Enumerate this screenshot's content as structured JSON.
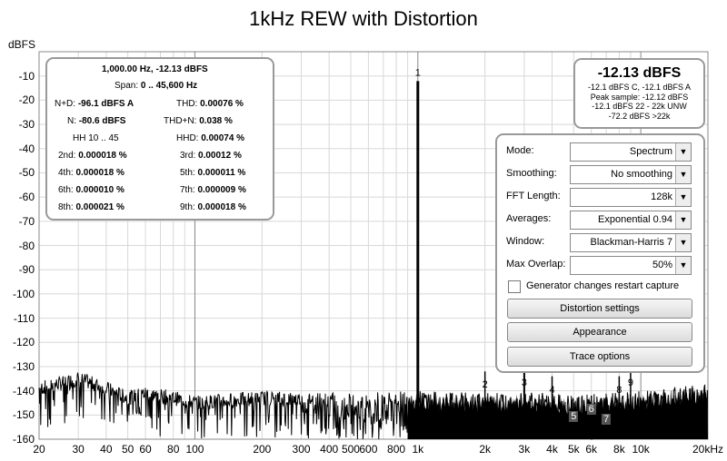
{
  "title": "1kHz REW with Distortion",
  "y_unit": "dBFS",
  "chart_data": {
    "type": "line",
    "title": "1kHz REW with Distortion",
    "ylabel": "dBFS",
    "xlabel": "",
    "x_scale": "log",
    "xlim": [
      20,
      20000
    ],
    "ylim": [
      -160,
      0
    ],
    "y_ticks": [
      "-10",
      "-20",
      "-30",
      "-40",
      "-50",
      "-60",
      "-70",
      "-80",
      "-90",
      "-100",
      "-110",
      "-120",
      "-130",
      "-140",
      "-150",
      "-160"
    ],
    "x_ticks": [
      "20",
      "30",
      "40",
      "50",
      "60",
      "80",
      "100",
      "200",
      "300",
      "400",
      "500",
      "600",
      "800",
      "1k",
      "2k",
      "3k",
      "4k",
      "5k",
      "6k",
      "8k",
      "10k",
      "20kHz"
    ],
    "grid": true,
    "fundamental": {
      "x": 1000,
      "y": -12.13,
      "label": "1"
    },
    "series": [
      {
        "values_x": [
          20,
          25,
          30,
          40,
          50,
          60,
          80,
          100,
          200,
          500,
          1000,
          2000,
          3000,
          5000,
          10000,
          20000
        ],
        "values_y": [
          -142,
          -140,
          -138,
          -142,
          -146,
          -144,
          -146,
          -148,
          -146,
          -147,
          -146,
          -147,
          -146,
          -148,
          -146,
          -143
        ]
      }
    ],
    "harmonic_labels": [
      {
        "label": "2",
        "x": 2000,
        "y": -138
      },
      {
        "label": "3",
        "x": 3000,
        "y": -137
      },
      {
        "label": "4",
        "x": 4000,
        "y": -140
      },
      {
        "label": "5",
        "x": 5000,
        "y": -151
      },
      {
        "label": "6",
        "x": 6000,
        "y": -148
      },
      {
        "label": "7",
        "x": 7000,
        "y": -152
      },
      {
        "label": "8",
        "x": 8000,
        "y": -140
      },
      {
        "label": "9",
        "x": 9000,
        "y": -137
      }
    ]
  },
  "stats": {
    "header": "1,000.00 Hz, -12.13 dBFS",
    "span_label": "Span:",
    "span_value": "0 .. 45,600 Hz",
    "nd_label": "N+D:",
    "nd_value": "-96.1 dBFS A",
    "thd_label": "THD:",
    "thd_value": "0.00076 %",
    "n_label": "N:",
    "n_value": "-80.6 dBFS",
    "thdn_label": "THD+N:",
    "thdn_value": "0.038 %",
    "hh": "HH 10 .. 45",
    "hhd_label": "HHD:",
    "hhd_value": "0.00074 %",
    "h2_label": "2nd:",
    "h2_value": "0.000018 %",
    "h3_label": "3rd:",
    "h3_value": "0.00012 %",
    "h4_label": "4th:",
    "h4_value": "0.000018 %",
    "h5_label": "5th:",
    "h5_value": "0.000011 %",
    "h6_label": "6th:",
    "h6_value": "0.000010 %",
    "h7_label": "7th:",
    "h7_value": "0.000009 %",
    "h8_label": "8th:",
    "h8_value": "0.000021 %",
    "h9_label": "9th:",
    "h9_value": "0.000018 %"
  },
  "peak": {
    "value": "-12.13 dBFS",
    "line1": "-12.1 dBFS C, -12.1 dBFS A",
    "line2": "Peak sample: -12.12 dBFS",
    "line3": "-12.1 dBFS 22 - 22k UNW",
    "line4": "-72.2 dBFS >22k"
  },
  "controls": {
    "mode_label": "Mode:",
    "mode_value": "Spectrum",
    "smoothing_label": "Smoothing:",
    "smoothing_value": "No  smoothing",
    "fft_label": "FFT Length:",
    "fft_value": "128k",
    "averages_label": "Averages:",
    "averages_value": "Exponential 0.94",
    "window_label": "Window:",
    "window_value": "Blackman-Harris 7",
    "overlap_label": "Max Overlap:",
    "overlap_value": "50%",
    "generator_label": "Generator changes restart capture",
    "distortion_button": "Distortion settings",
    "appearance_button": "Appearance",
    "trace_button": "Trace options"
  },
  "colors": {
    "trace": "#000000",
    "grid": "#d8d8d8",
    "panel_border": "#999999"
  }
}
